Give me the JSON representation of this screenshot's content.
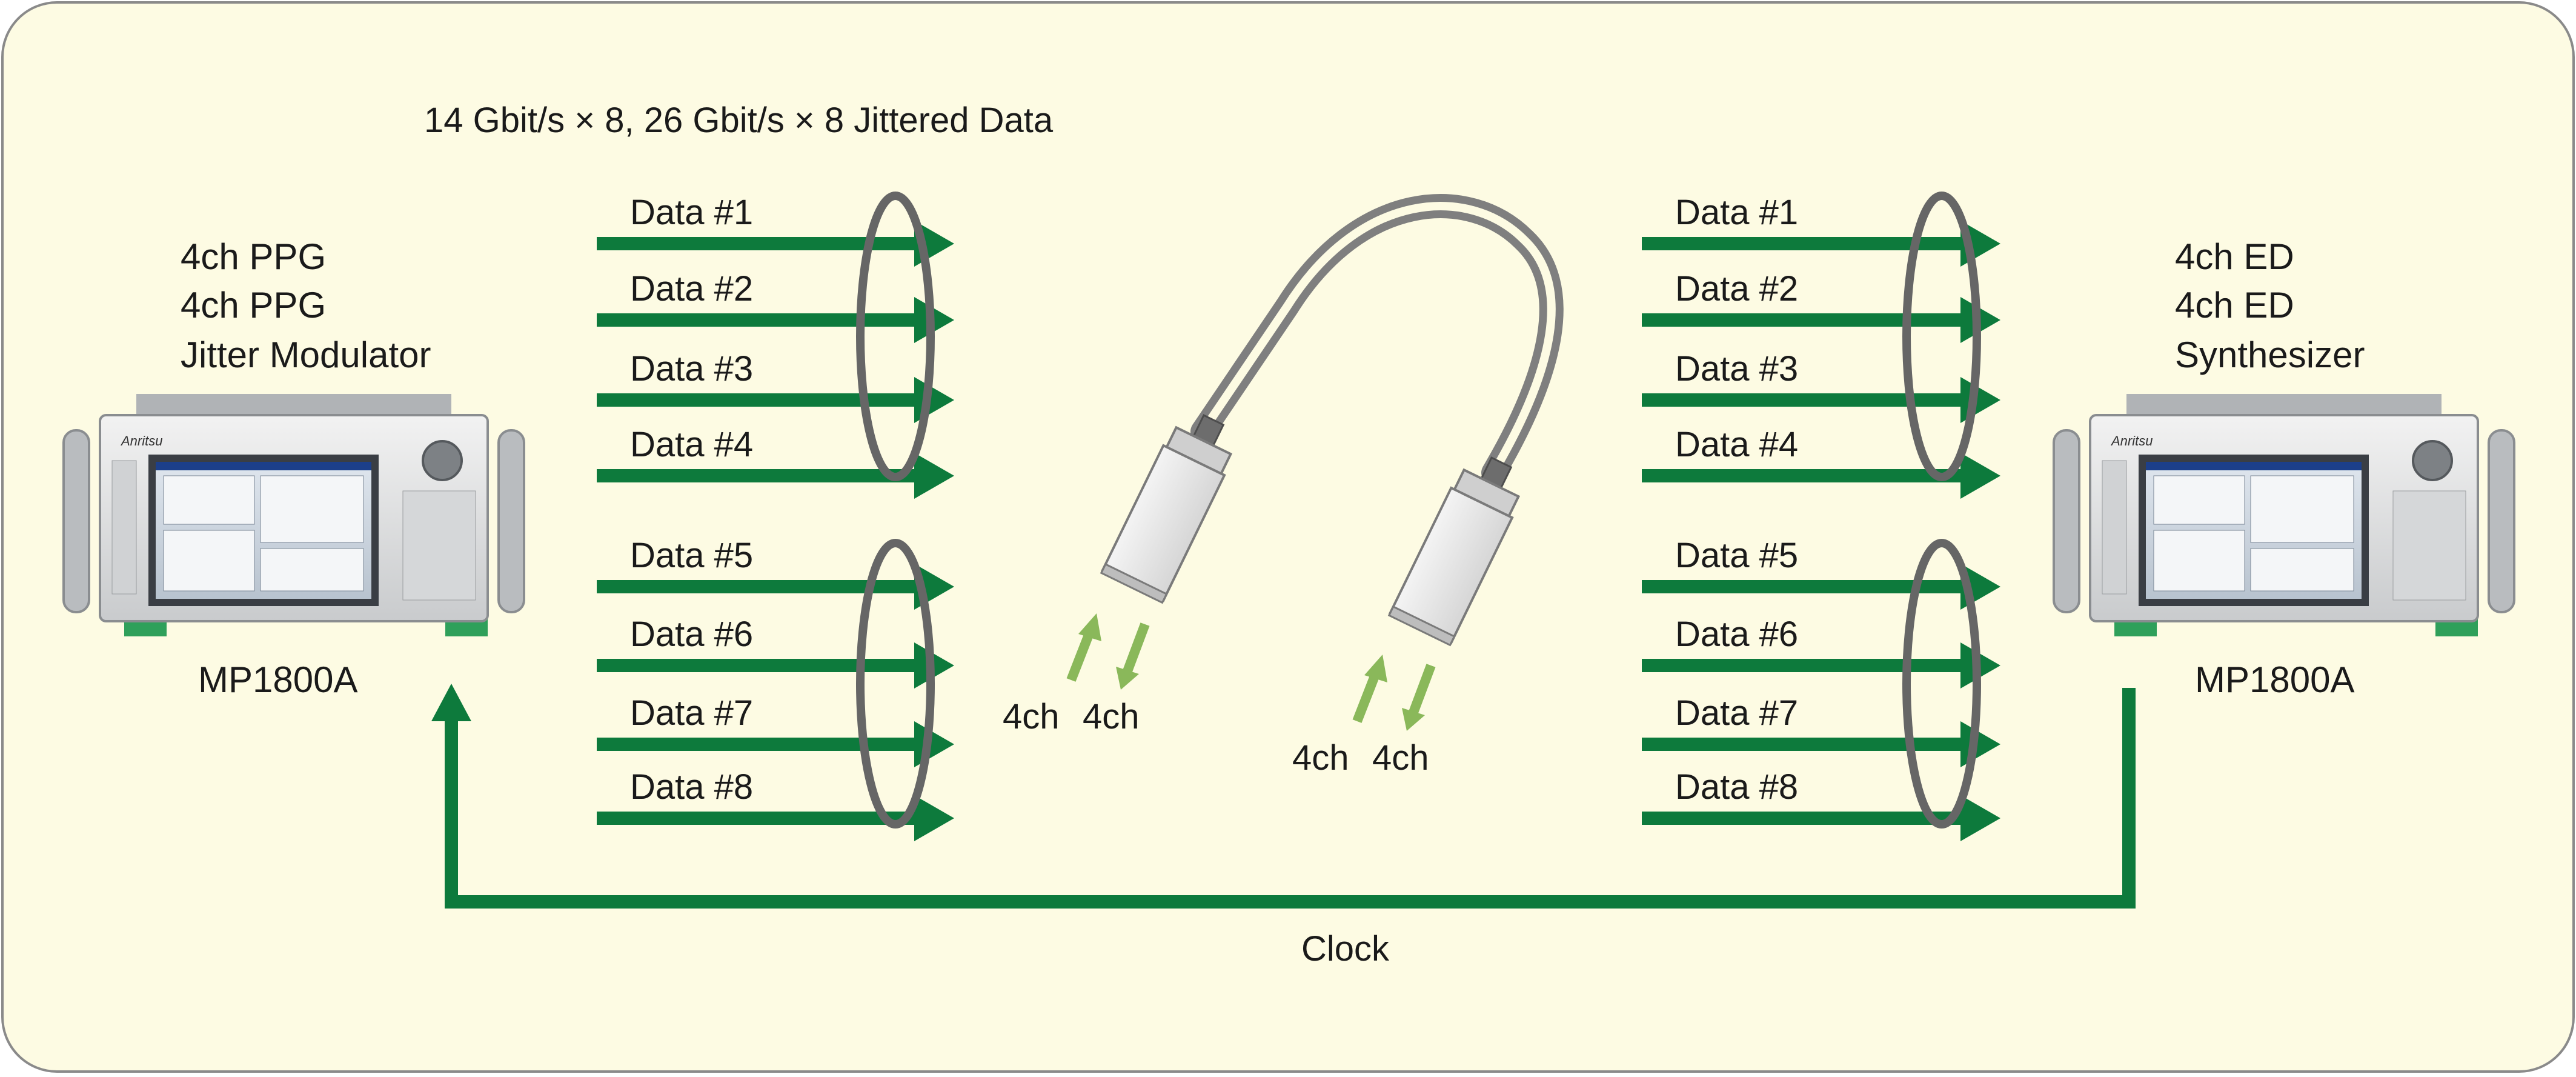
{
  "colors": {
    "background": "#fdfbe3",
    "border": "#8a8a8a",
    "arrow_green": "#0d7a3c",
    "light_green": "#8ab85a",
    "cable_gray": "#7f7f7f",
    "ellipse_gray": "#666666"
  },
  "header": {
    "data_rate": "14 Gbit/s × 8, 26 Gbit/s × 8 Jittered Data"
  },
  "left_instrument": {
    "modules": [
      "4ch PPG",
      "4ch PPG",
      "Jitter Modulator"
    ],
    "model": "MP1800A",
    "brand": "Anritsu"
  },
  "right_instrument": {
    "modules": [
      "4ch ED",
      "4ch ED",
      "Synthesizer"
    ],
    "model": "MP1800A",
    "brand": "Anritsu"
  },
  "left_channels": [
    "Data #1",
    "Data #2",
    "Data #3",
    "Data #4",
    "Data #5",
    "Data #6",
    "Data #7",
    "Data #8"
  ],
  "right_channels": [
    "Data #1",
    "Data #2",
    "Data #3",
    "Data #4",
    "Data #5",
    "Data #6",
    "Data #7",
    "Data #8"
  ],
  "cable": {
    "left_connector": {
      "tx": "4ch",
      "rx": "4ch"
    },
    "right_connector": {
      "tx": "4ch",
      "rx": "4ch"
    }
  },
  "clock": {
    "label": "Clock"
  }
}
